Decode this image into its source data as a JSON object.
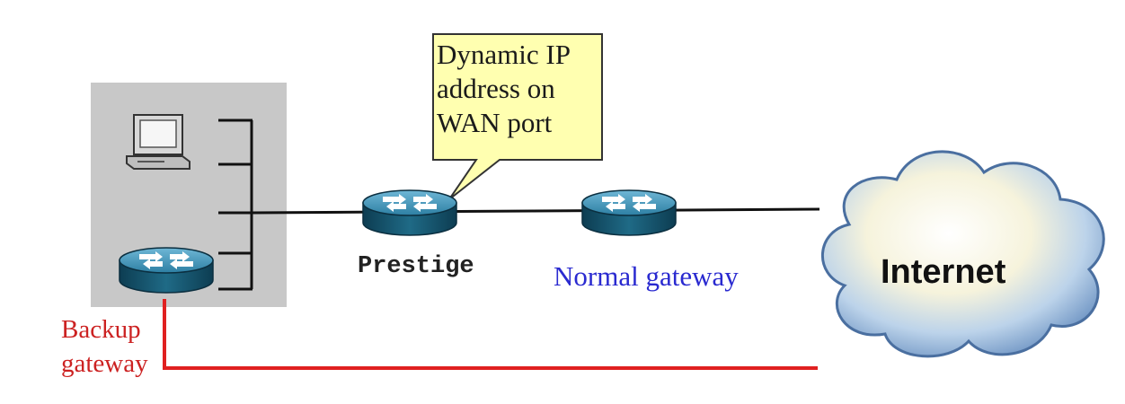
{
  "callout": {
    "lines": [
      "Dynamic IP",
      "address on",
      "WAN port"
    ]
  },
  "labels": {
    "prestige": "Prestige",
    "normal_gateway": "Normal gateway",
    "backup_gateway_lines": [
      "Backup",
      "gateway"
    ],
    "internet": "Internet"
  },
  "colors": {
    "lan_box": "#c8c8c8",
    "callout_fill": "#ffffb0",
    "router_body": "#1f6a86",
    "backup_line": "#e02020",
    "normal_gateway_text": "#2a2ad0",
    "backup_text": "#cc2222"
  },
  "icons": [
    "computer-icon",
    "router-icon",
    "cloud-icon"
  ]
}
